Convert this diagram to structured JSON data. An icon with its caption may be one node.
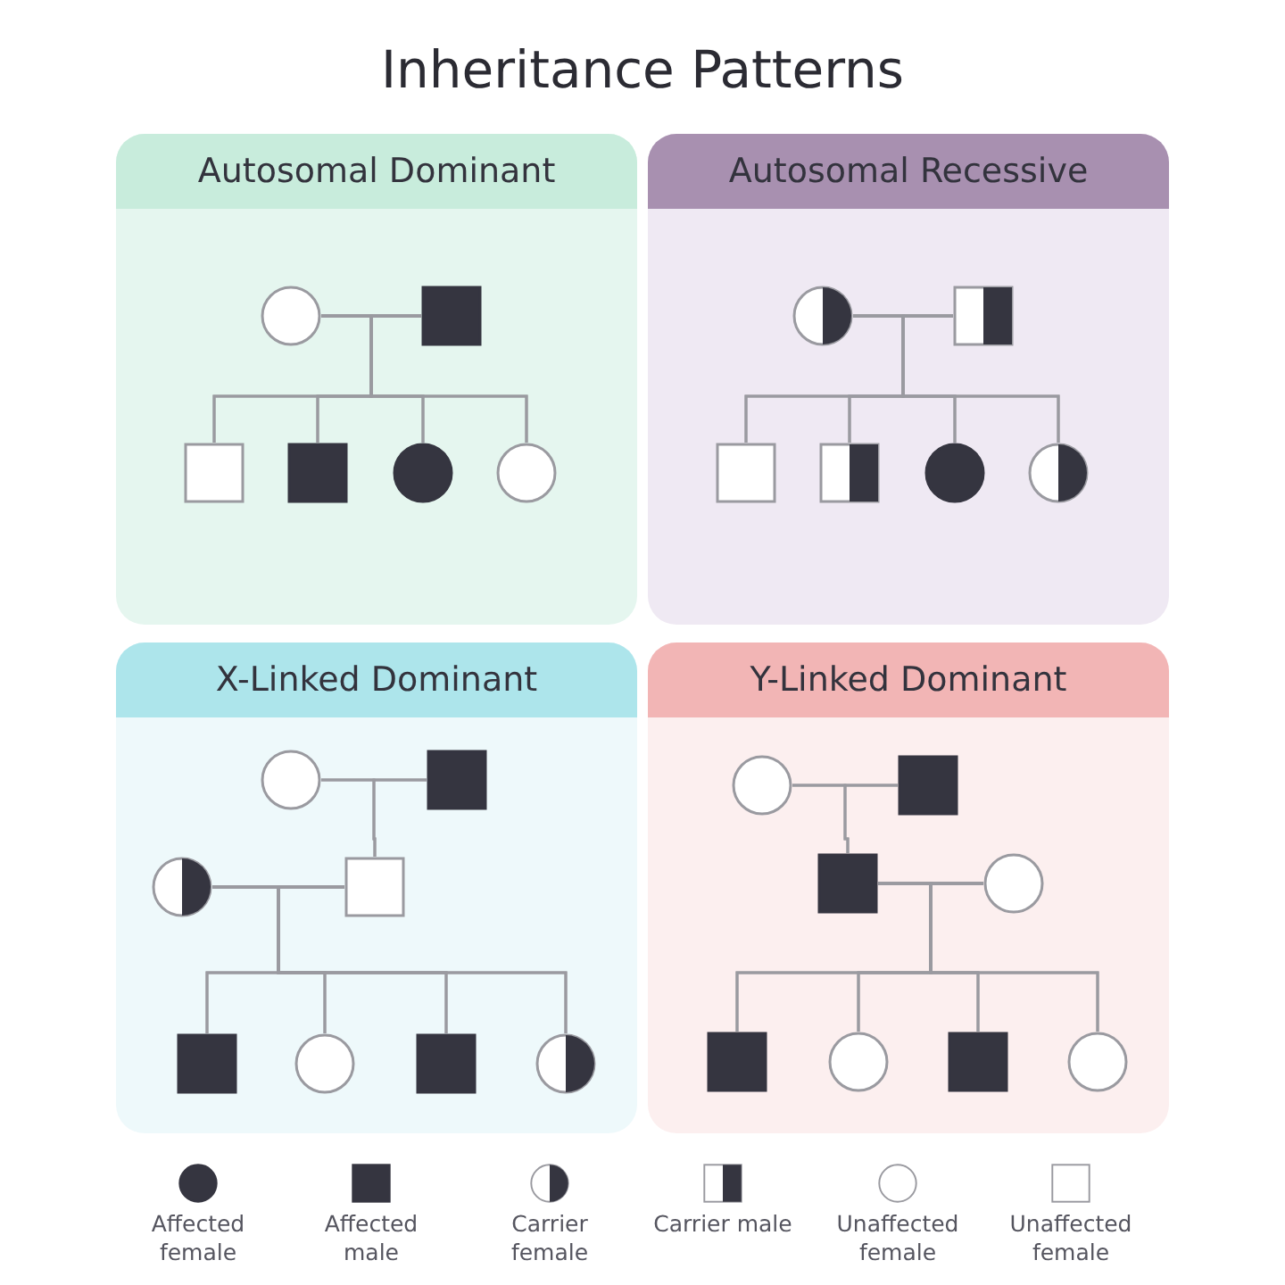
{
  "diagram": {
    "title": "Inheritance Patterns",
    "nodes": [
      {
        "text": [
          "Autosomal Dominant"
        ]
      },
      {
        "text": [],
        "shape": "circle",
        "in": 0
      },
      {
        "text": [],
        "shape": "box",
        "in": 0
      },
      {
        "text": [],
        "shape": "box",
        "in": 0
      },
      {
        "text": [],
        "shape": "box",
        "in": 0
      },
      {
        "text": [],
        "shape": "circle",
        "in": 0
      },
      {
        "text": [],
        "shape": "circle",
        "in": 0
      },
      {
        "text": [
          "Autosomal Recessive"
        ]
      },
      {
        "text": [],
        "shape": "circle",
        "in": 7
      },
      {
        "text": [],
        "shape": "box",
        "in": 7
      },
      {
        "text": [],
        "shape": "box",
        "in": 7
      },
      {
        "text": [],
        "shape": "box",
        "in": 7
      },
      {
        "text": [],
        "shape": "circle",
        "in": 7
      },
      {
        "text": [],
        "shape": "circle",
        "in": 7
      },
      {
        "text": [
          "X-Linked Dominant"
        ]
      },
      {
        "text": [],
        "shape": "circle",
        "in": 14
      },
      {
        "text": [],
        "shape": "box",
        "in": 14
      },
      {
        "text": [],
        "shape": "circle",
        "in": 14
      },
      {
        "text": [],
        "shape": "box",
        "in": 14
      },
      {
        "text": [],
        "shape": "box",
        "in": 14
      },
      {
        "text": [],
        "shape": "circle",
        "in": 14
      },
      {
        "text": [],
        "shape": "box",
        "in": 14
      },
      {
        "text": [],
        "shape": "circle",
        "in": 14
      },
      {
        "text": [
          "Y-Linked Dominant"
        ]
      },
      {
        "text": [],
        "shape": "circle",
        "in": 23
      },
      {
        "text": [],
        "shape": "box",
        "in": 23
      },
      {
        "text": [],
        "shape": "box",
        "in": 23
      },
      {
        "text": [],
        "shape": "circle",
        "in": 23
      },
      {
        "text": [],
        "shape": "box",
        "in": 23
      },
      {
        "text": [],
        "shape": "circle",
        "in": 23
      },
      {
        "text": [],
        "shape": "box",
        "in": 23
      },
      {
        "text": [],
        "shape": "circle",
        "in": 23
      }
    ],
    "edges": [
      {
        "from": 1,
        "to": 2,
        "arrow": "none"
      },
      {
        "from": 1,
        "to": 3,
        "arrow": "none"
      },
      {
        "from": 1,
        "to": 4,
        "arrow": "none"
      },
      {
        "from": 1,
        "to": 5,
        "arrow": "none"
      },
      {
        "from": 1,
        "to": 6,
        "arrow": "none"
      },
      {
        "from": 2,
        "to": 3,
        "arrow": "none"
      },
      {
        "from": 2,
        "to": 4,
        "arrow": "none"
      },
      {
        "from": 2,
        "to": 5,
        "arrow": "none"
      },
      {
        "from": 2,
        "to": 6,
        "arrow": "none"
      },
      {
        "from": 8,
        "to": 9,
        "arrow": "none"
      },
      {
        "from": 8,
        "to": 10,
        "arrow": "none"
      },
      {
        "from": 8,
        "to": 11,
        "arrow": "none"
      },
      {
        "from": 8,
        "to": 12,
        "arrow": "none"
      },
      {
        "from": 8,
        "to": 13,
        "arrow": "none"
      },
      {
        "from": 9,
        "to": 10,
        "arrow": "none"
      },
      {
        "from": 9,
        "to": 11,
        "arrow": "none"
      },
      {
        "from": 9,
        "to": 12,
        "arrow": "none"
      },
      {
        "from": 9,
        "to": 13,
        "arrow": "none"
      },
      {
        "from": 15,
        "to": 16,
        "arrow": "none"
      },
      {
        "from": 15,
        "to": 18,
        "arrow": "none"
      },
      {
        "from": 16,
        "to": 18,
        "arrow": "none"
      },
      {
        "from": 17,
        "to": 18,
        "arrow": "none"
      },
      {
        "from": 17,
        "to": 19,
        "arrow": "none"
      },
      {
        "from": 17,
        "to": 20,
        "arrow": "none"
      },
      {
        "from": 17,
        "to": 21,
        "arrow": "none"
      },
      {
        "from": 17,
        "to": 22,
        "arrow": "none"
      },
      {
        "from": 18,
        "to": 19,
        "arrow": "none"
      },
      {
        "from": 18,
        "to": 20,
        "arrow": "none"
      },
      {
        "from": 18,
        "to": 21,
        "arrow": "none"
      },
      {
        "from": 18,
        "to": 22,
        "arrow": "none"
      },
      {
        "from": 24,
        "to": 25,
        "arrow": "none"
      },
      {
        "from": 24,
        "to": 26,
        "arrow": "none"
      },
      {
        "from": 25,
        "to": 26,
        "arrow": "none"
      },
      {
        "from": 26,
        "to": 27,
        "arrow": "none"
      },
      {
        "from": 26,
        "to": 28,
        "arrow": "none"
      },
      {
        "from": 26,
        "to": 29,
        "arrow": "none"
      },
      {
        "from": 26,
        "to": 30,
        "arrow": "none"
      },
      {
        "from": 26,
        "to": 31,
        "arrow": "none"
      },
      {
        "from": 27,
        "to": 28,
        "arrow": "none"
      },
      {
        "from": 27,
        "to": 29,
        "arrow": "none"
      },
      {
        "from": 27,
        "to": 30,
        "arrow": "none"
      },
      {
        "from": 27,
        "to": 31,
        "arrow": "none"
      }
    ],
    "legend": [
      {
        "text": "Affected female"
      },
      {
        "text": "Affected male"
      },
      {
        "text": "Carrier female"
      },
      {
        "text": "Carrier male"
      },
      {
        "text": "Unaffected female"
      },
      {
        "text": "Unaffected female"
      }
    ]
  }
}
